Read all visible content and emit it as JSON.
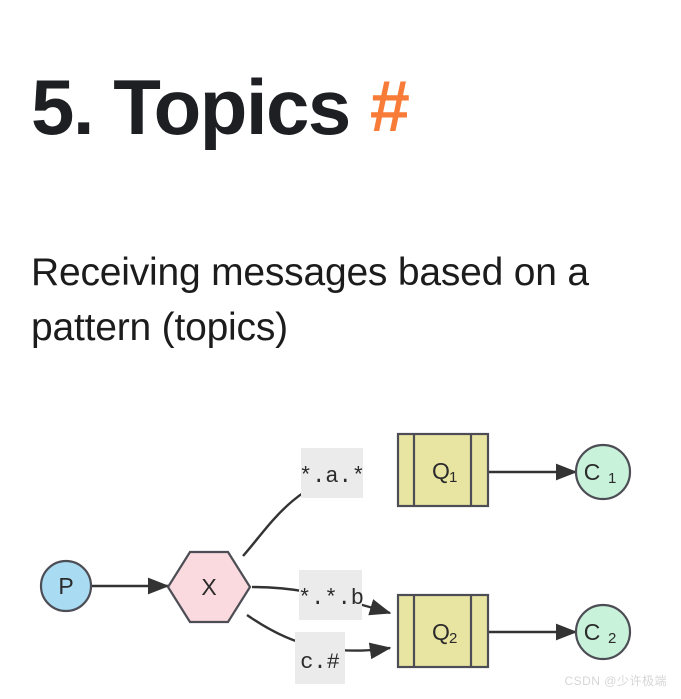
{
  "heading": {
    "text": "5. Topics",
    "anchor_hash": "#",
    "anchor_color": "#f97b38",
    "text_color": "#1d1f23"
  },
  "subtitle": {
    "text": "Receiving messages based on a pattern (topics)",
    "color": "#1c1c1c"
  },
  "diagram": {
    "type": "flow-diagram",
    "description": "RabbitMQ topic exchange routing diagram",
    "colors": {
      "producer_fill": "#a9dcf3",
      "exchange_fill": "#fadade",
      "queue_fill": "#e8e4a2",
      "consumer_fill": "#c9f2da",
      "stroke": "#4d4d55",
      "edge": "#333333",
      "label_bg": "#ebebeb"
    },
    "nodes": [
      {
        "id": "P",
        "label": "P",
        "sub": "",
        "shape": "circle",
        "role": "producer"
      },
      {
        "id": "X",
        "label": "X",
        "sub": "",
        "shape": "hexagon",
        "role": "exchange"
      },
      {
        "id": "Q1",
        "label": "Q",
        "sub": "1",
        "shape": "queue-box",
        "role": "queue"
      },
      {
        "id": "Q2",
        "label": "Q",
        "sub": "2",
        "shape": "queue-box",
        "role": "queue"
      },
      {
        "id": "C1",
        "label": "C",
        "sub": "1",
        "shape": "circle",
        "role": "consumer"
      },
      {
        "id": "C2",
        "label": "C",
        "sub": "2",
        "shape": "circle",
        "role": "consumer"
      }
    ],
    "edges": [
      {
        "from": "P",
        "to": "X",
        "label": ""
      },
      {
        "from": "X",
        "to": "Q1",
        "label": "*.a.*"
      },
      {
        "from": "X",
        "to": "Q2",
        "label": "*.*.b"
      },
      {
        "from": "X",
        "to": "Q2",
        "label": "c.#"
      },
      {
        "from": "Q1",
        "to": "C1",
        "label": ""
      },
      {
        "from": "Q2",
        "to": "C2",
        "label": ""
      }
    ],
    "edge_labels": [
      "*.a.*",
      "*.*.b",
      "c.#"
    ]
  },
  "watermark": {
    "text": "CSDN @少许极端"
  }
}
